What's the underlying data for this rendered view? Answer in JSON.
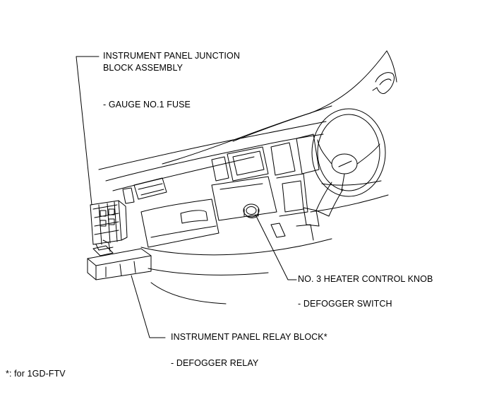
{
  "labels": {
    "ip_junction_block_line1": "INSTRUMENT PANEL JUNCTION",
    "ip_junction_block_line2": "BLOCK ASSEMBLY",
    "gauge_fuse": "- GAUGE NO.1 FUSE",
    "heater_knob": "NO. 3 HEATER CONTROL KNOB",
    "defogger_switch": "- DEFOGGER SWITCH",
    "ip_relay_block": "INSTRUMENT PANEL RELAY BLOCK*",
    "defogger_relay": "- DEFOGGER RELAY",
    "footnote": "*: for 1GD-FTV"
  },
  "colors": {
    "line": "#000000",
    "background": "#ffffff"
  }
}
